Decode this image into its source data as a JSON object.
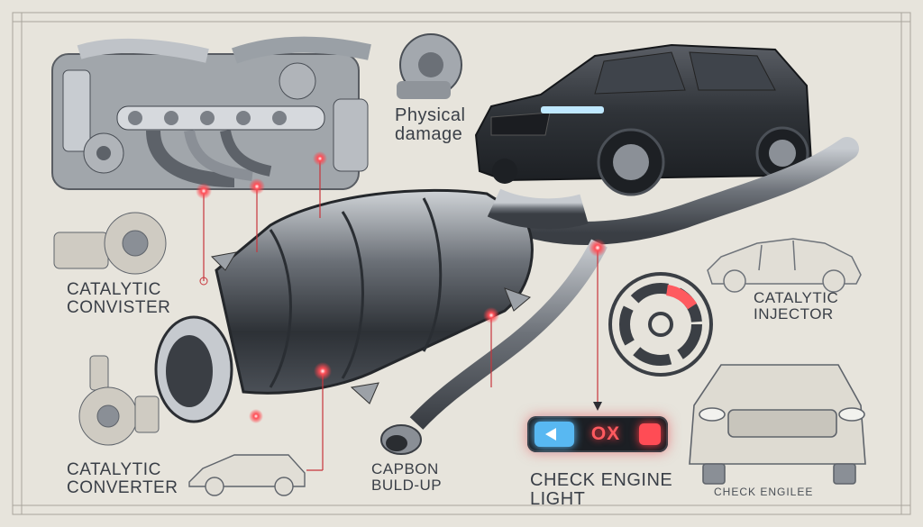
{
  "labels": {
    "catalytic_convister": "CATALYTIC\nCONVISTER",
    "catalytic_converter": "CATALYTIC\nCONVERTER",
    "physical_damage": "Physical\ndamage",
    "carbon_buildup": "CAPBON\nBULD-UP",
    "check_engine_light": "CHECK ENGINE\nLIGHT",
    "catalytic_injector": "CATALYTIC\nINJECTOR",
    "check_engine_small": "CHECK ENGILEE"
  },
  "warning_display": {
    "text": "OX"
  },
  "colors": {
    "background": "#e7e4dc",
    "metal_dark": "#3b3f45",
    "metal_light": "#b7bbc0",
    "accent_red": "#ff3b43",
    "accent_blue": "#58b8f2"
  }
}
